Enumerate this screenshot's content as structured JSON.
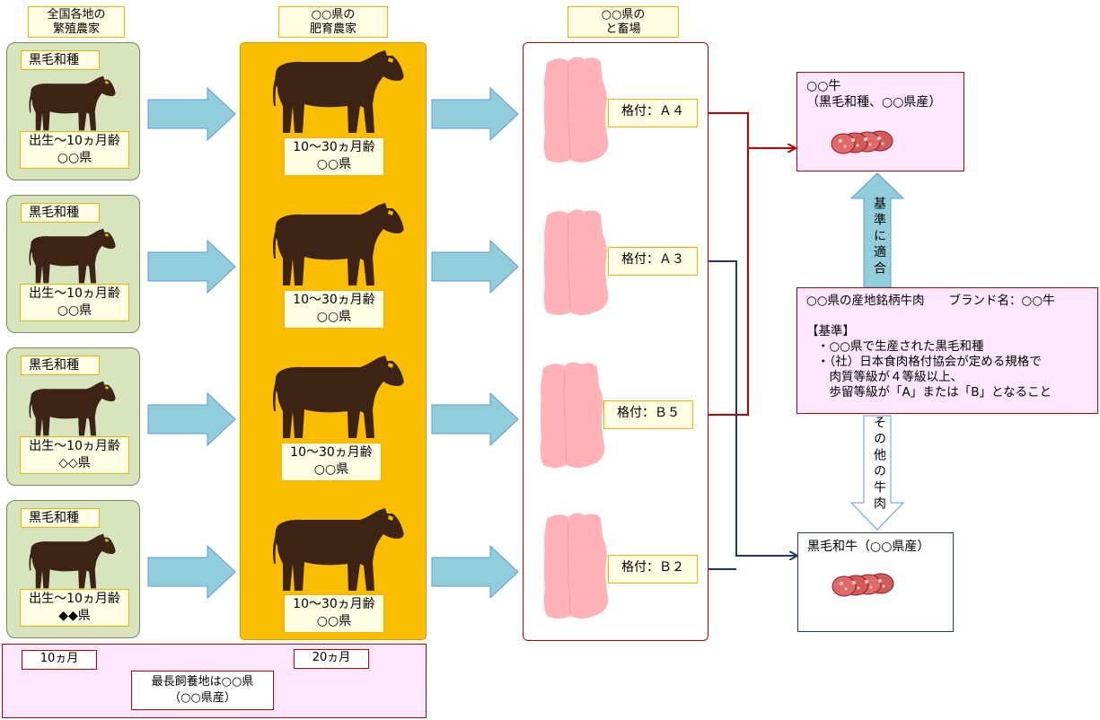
{
  "headers": {
    "breeders": "全国各地の\n繁殖農家",
    "fattening": "○○県の\n肥育農家",
    "slaughter": "○○県の\nと畜場"
  },
  "breeders": [
    {
      "breed": "黒毛和種",
      "age": "出生～10ヵ月齢",
      "pref": "○○県"
    },
    {
      "breed": "黒毛和種",
      "age": "出生～10ヵ月齢",
      "pref": "○○県"
    },
    {
      "breed": "黒毛和種",
      "age": "出生～10ヵ月齢",
      "pref": "◇◇県"
    },
    {
      "breed": "黒毛和種",
      "age": "出生～10ヵ月齢",
      "pref": "◆◆県"
    }
  ],
  "fattening": [
    {
      "age": "10～30ヵ月齢",
      "pref": "○○県"
    },
    {
      "age": "10～30ヵ月齢",
      "pref": "○○県"
    },
    {
      "age": "10～30ヵ月齢",
      "pref": "○○県"
    },
    {
      "age": "10～30ヵ月齢",
      "pref": "○○県"
    }
  ],
  "grades": [
    "格付：Ａ４",
    "格付：Ａ３",
    "格付：Ｂ５",
    "格付：Ｂ２"
  ],
  "brand_beef": {
    "line1": "○○牛",
    "line2": "（黒毛和種、○○県産）"
  },
  "criteria_arrow": "基準に適合",
  "other_arrow": "その他の牛肉",
  "standard": {
    "title": "○○県の産地銘柄牛肉　　ブランド名：○○牛",
    "heading": "【基準】",
    "items": [
      "・○○県で生産された黒毛和種",
      "・（社）日本食肉格付協会が定める規格で",
      "　肉質等級が４等級以上、",
      "　歩留等級が「A」または「B」となること"
    ]
  },
  "plain_beef": {
    "line1": "黒毛和牛（○○県産）"
  },
  "bottom": {
    "left_label": "10ヵ月",
    "right_label": "20ヵ月",
    "center_line1": "最長飼養地は○○県",
    "center_line2": "（○○県産）"
  },
  "colors": {
    "cattle": "#3d2314",
    "arrow_fill": "#92cddc",
    "arrow_stroke": "#5b9bd5",
    "carcass": "#ffb3b8",
    "red_line": "#c00000",
    "navy_line": "#1f3864"
  },
  "icons": [
    "cow-icon",
    "carcass-icon",
    "meat-icon"
  ]
}
